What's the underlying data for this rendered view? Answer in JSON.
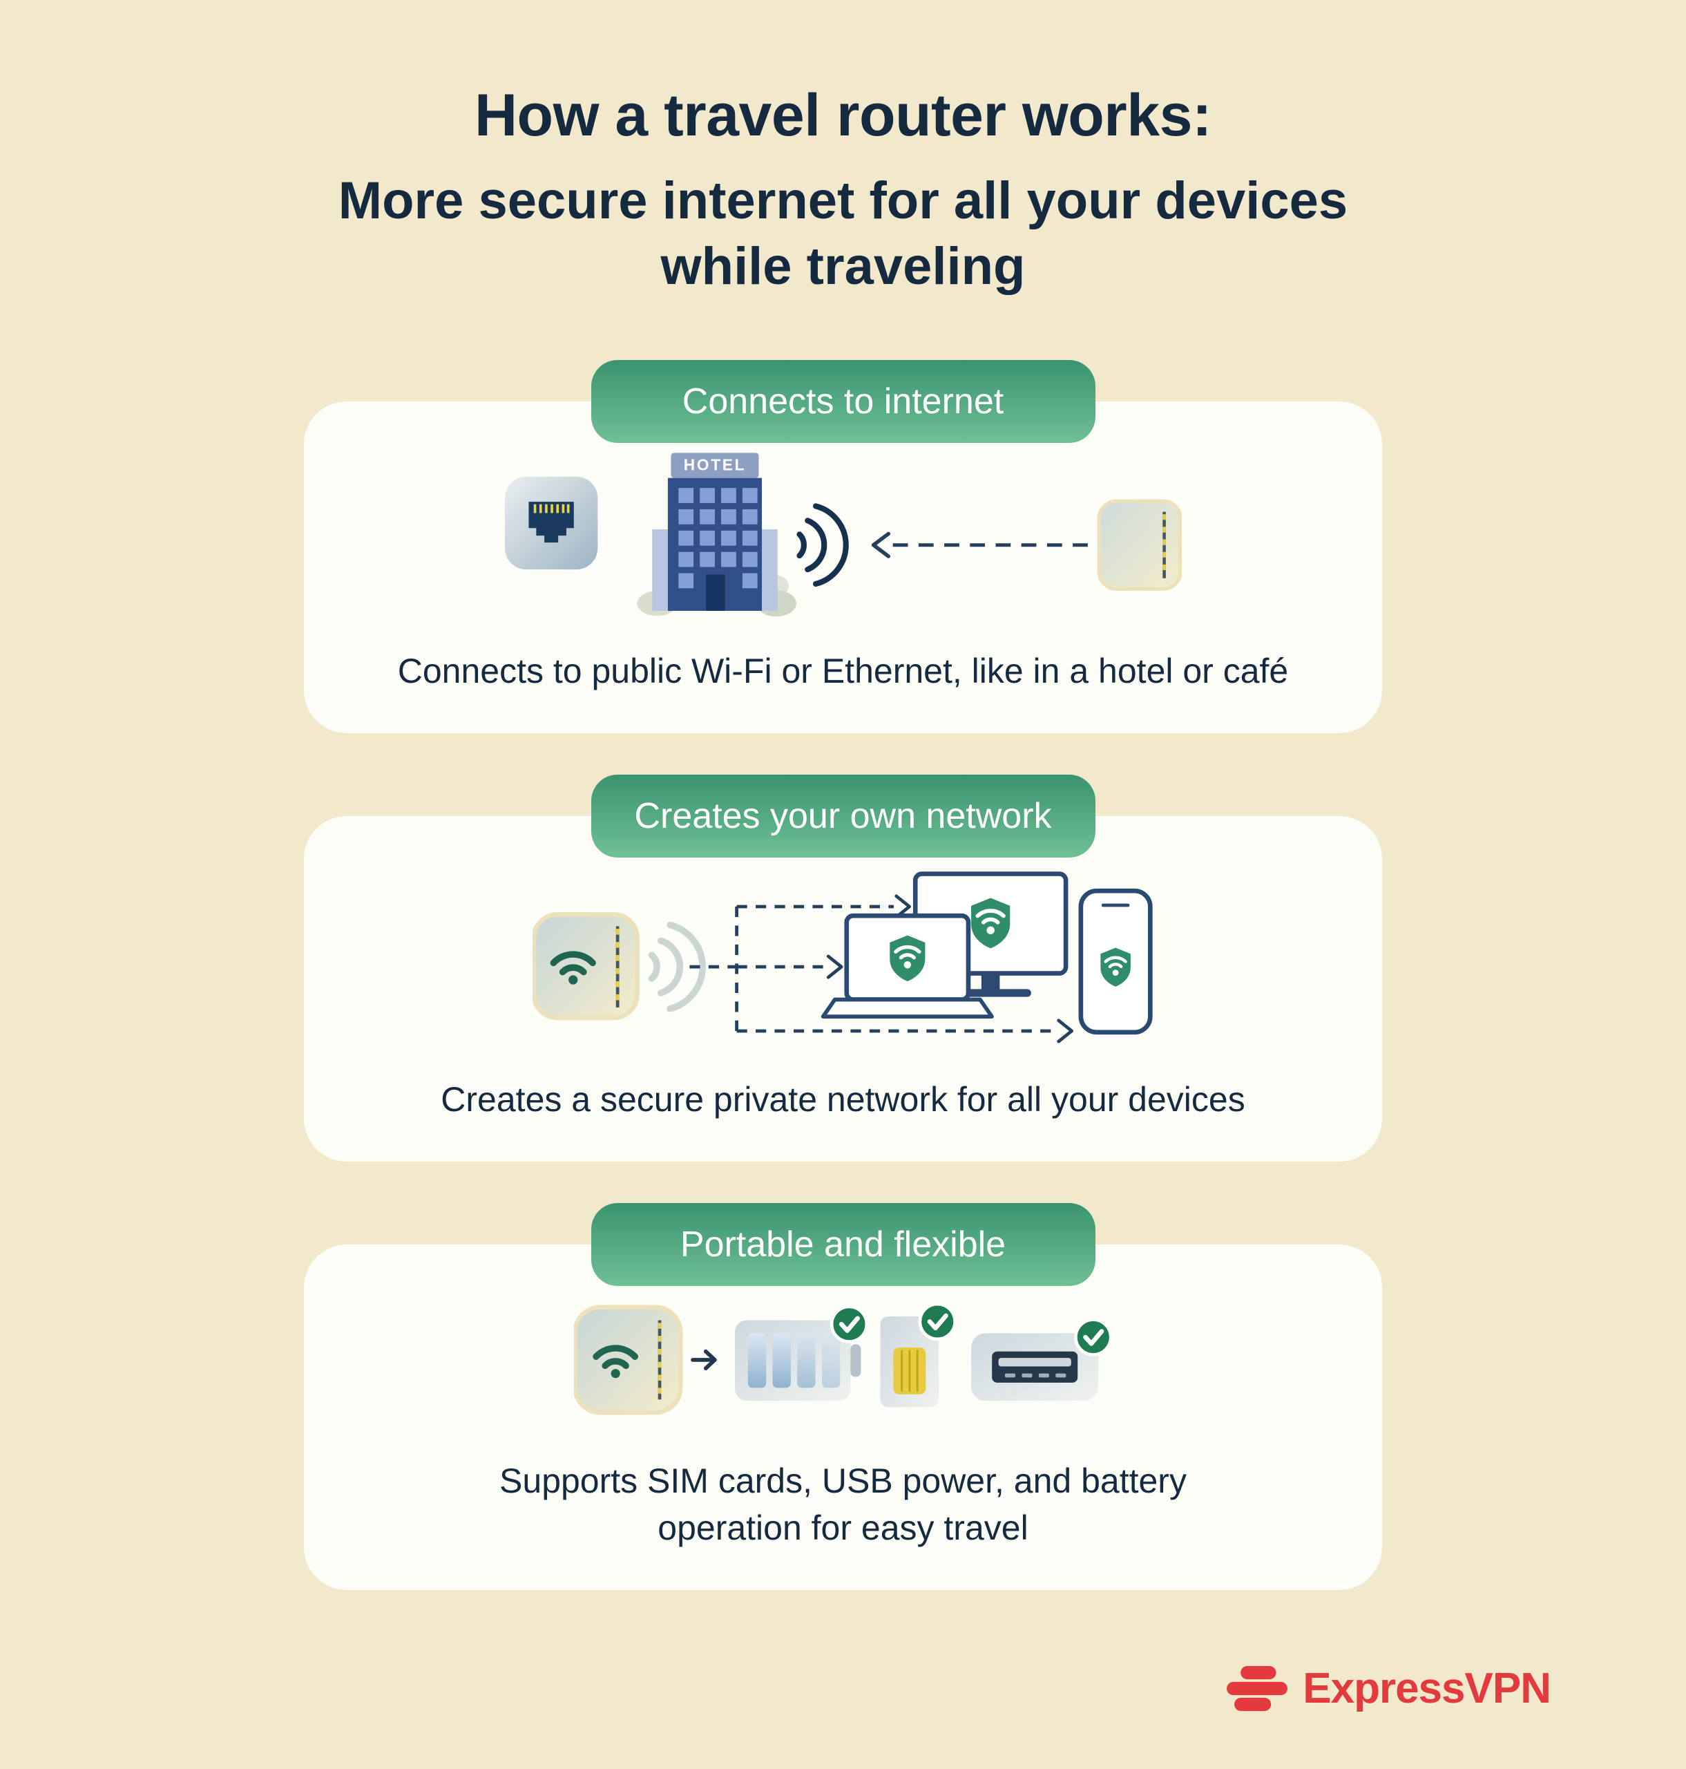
{
  "page": {
    "title": "How a travel router works:",
    "subtitle": "More secure internet for all your devices\nwhile traveling",
    "background": "#f2e9cc",
    "text_color": "#15293f"
  },
  "sections": [
    {
      "id": "connects-to-internet",
      "header": "Connects to internet",
      "caption": "Connects to public Wi-Fi or Ethernet, like in a hotel or café",
      "hotel_sign": "HOTEL",
      "icons": [
        "ethernet-port-icon",
        "hotel-building-icon",
        "wifi-waves-icon",
        "dashed-arrow-left",
        "travel-router-icon"
      ]
    },
    {
      "id": "creates-your-own-network",
      "header": "Creates your own network",
      "caption": "Creates a secure private network for all your devices",
      "icons": [
        "travel-router-icon",
        "signal-arcs-icon",
        "network-dashed-lines",
        "monitor-icon",
        "laptop-icon",
        "phone-icon",
        "shield-wifi-icon"
      ]
    },
    {
      "id": "portable-and-flexible",
      "header": "Portable and flexible",
      "caption": "Supports SIM cards, USB power, and battery\noperation for easy travel",
      "icons": [
        "travel-router-icon",
        "arrow-right-icon",
        "battery-icon",
        "sim-card-icon",
        "usb-port-icon",
        "check-badge-icon"
      ]
    }
  ],
  "footer": {
    "brand": "ExpressVPN"
  },
  "colors": {
    "header_gradient_top": "#3a9370",
    "header_gradient_bottom": "#6fc095",
    "card_background": "#fdfdf8",
    "accent_navy": "#24405c",
    "hotel_blue": "#31508a",
    "shield_green": "#2f8e69",
    "check_green": "#1e7b52",
    "antenna_yellow": "#e8cc4e",
    "brand_red": "#e23a3d"
  }
}
